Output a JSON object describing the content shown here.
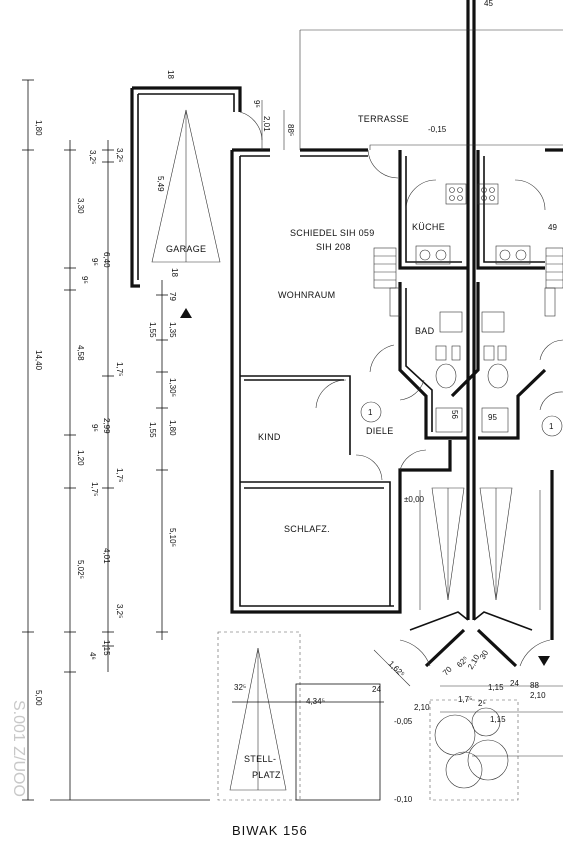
{
  "plan": {
    "title": "BIWAK 156",
    "rooms": {
      "terrasse": "TERRASSE",
      "garage": "GARAGE",
      "schiedel_1": "SCHIEDEL  SIH 059",
      "schiedel_2": "SIH 208",
      "wohnraum": "WOHNRAUM",
      "kueche": "KÜCHE",
      "bad": "BAD",
      "kind": "KIND",
      "diele": "DIELE",
      "schlafz": "SCHLAFZ.",
      "stellplatz_1": "STELL-",
      "stellplatz_2": "PLATZ"
    },
    "levels": {
      "terrasse_level": "-0,15",
      "entry_level": "±0,00",
      "ground_1": "-0,05",
      "ground_2": "-0,10"
    },
    "circle_marks": [
      "1",
      "1"
    ],
    "dims_left_outer": [
      "1,80",
      "14,40",
      "5,00"
    ],
    "dims_left_mid": [
      "3,30",
      "6,40",
      "4,58",
      "2,99",
      "1,20",
      "5,02⁵",
      "4,01",
      "1,15",
      "4⁶"
    ],
    "dims_left_inner": [
      "3,2⁵",
      "3,2⁵",
      "9⁵",
      "9⁵",
      "1,7⁵",
      "9⁵",
      "1,7⁵",
      "1,7⁵",
      "3,2⁵"
    ],
    "dims_center_col": [
      "1,55",
      "1,35",
      "1,30⁵",
      "1,55",
      "1,80",
      "5,10⁵"
    ],
    "dims_garage": [
      "18",
      "5,49",
      "18",
      "79"
    ],
    "dims_top": [
      "9⁵",
      "2,01",
      "88⁵",
      "45"
    ],
    "dims_right": [
      "49",
      "56",
      "95"
    ],
    "dims_bottom": [
      "32⁵",
      "4,34⁵",
      "24",
      "1,62⁵",
      "2,10",
      "70",
      "62⁵",
      "2,10",
      "30",
      "1,7⁵",
      "2⁵",
      "1,15",
      "1,15",
      "88",
      "2,10",
      "24"
    ],
    "stamp": "S.001 Z/UOO"
  }
}
